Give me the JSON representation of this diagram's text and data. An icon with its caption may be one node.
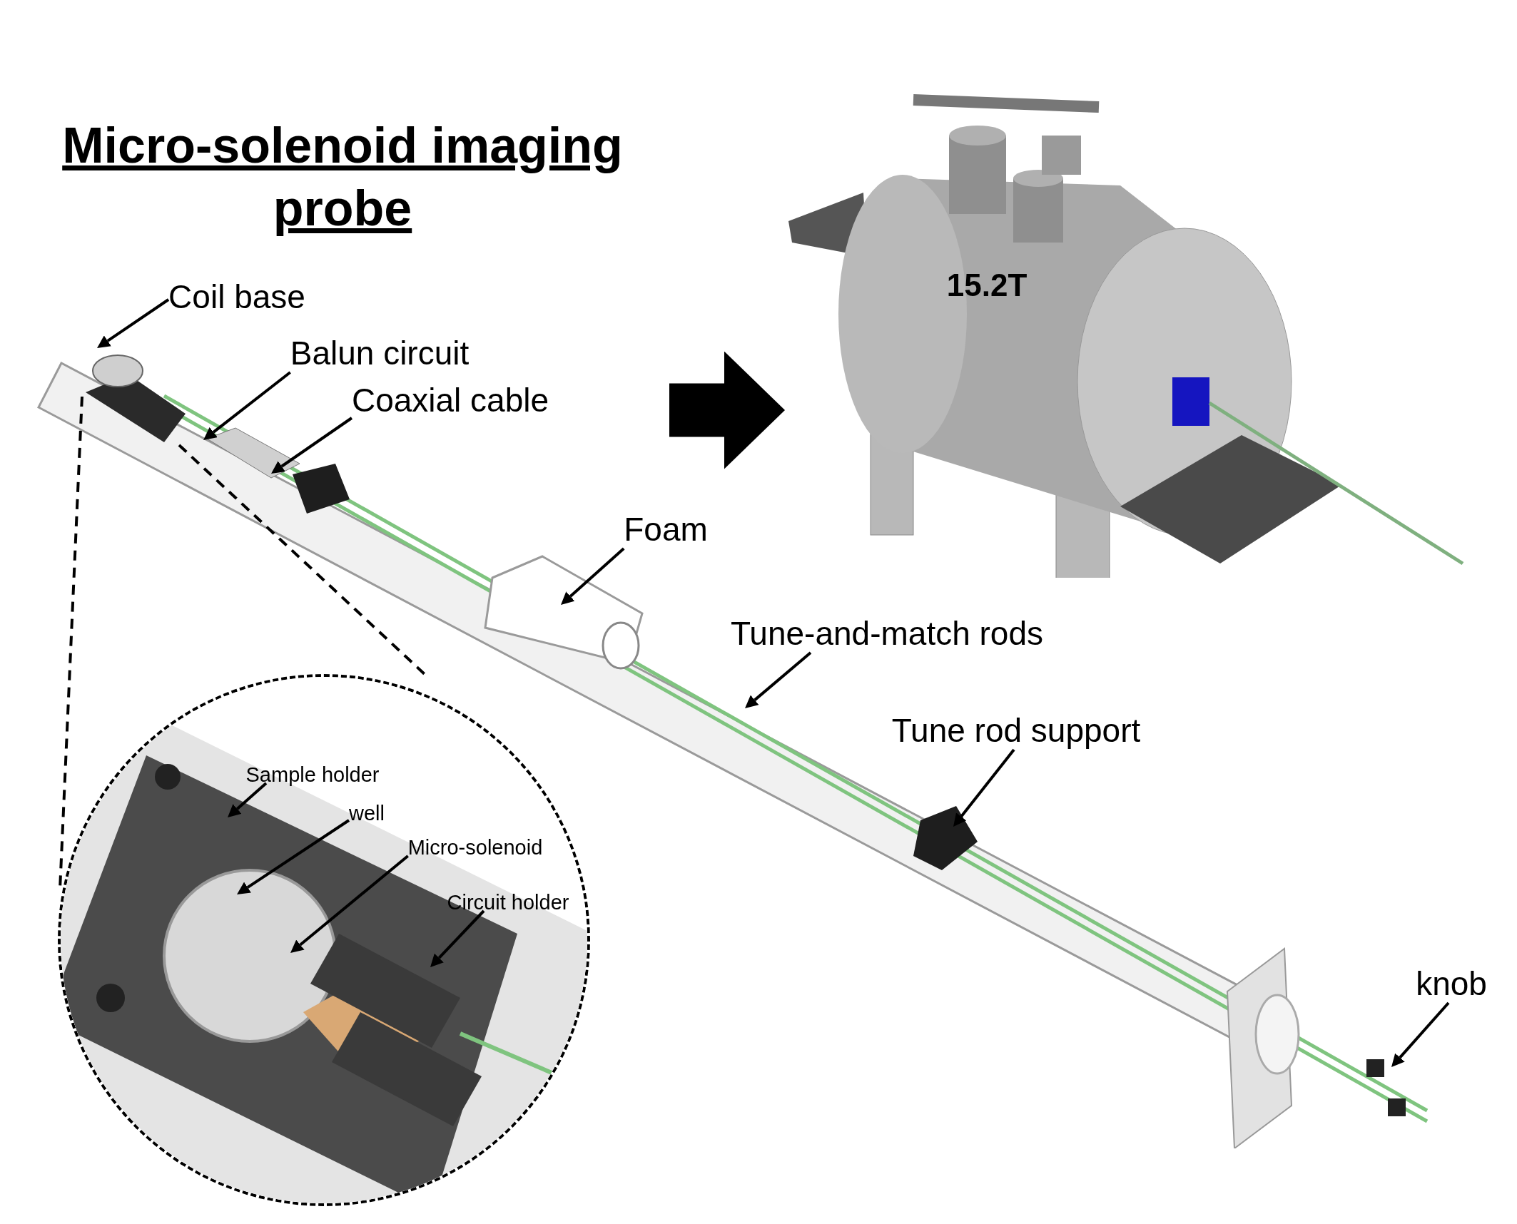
{
  "diagram": {
    "title": "Micro-solenoid imaging probe",
    "nodes": [
      {
        "text": [],
        "shape": "picture"
      },
      {
        "text": [
          "15.2T"
        ]
      },
      {
        "text": [],
        "shape": "circle"
      },
      {
        "text": [
          "Coil base"
        ]
      },
      {
        "text": [
          "Balun circuit"
        ]
      },
      {
        "text": [
          "Coaxial cable"
        ]
      },
      {
        "text": [
          "Foam"
        ]
      },
      {
        "text": [
          "Tune-and-match rods"
        ]
      },
      {
        "text": [
          "Tune rod support"
        ]
      },
      {
        "text": [
          "knob"
        ]
      },
      {
        "text": [
          "Sample holder"
        ],
        "in": 2
      },
      {
        "text": [
          "well"
        ],
        "in": 2
      },
      {
        "text": [
          "Micro-solenoid"
        ],
        "in": 2
      },
      {
        "text": [
          "Circuit holder"
        ],
        "in": 2
      }
    ],
    "edges": [
      {
        "from": 0,
        "to": 1,
        "arrow": "to",
        "style": "thick"
      },
      {
        "from": 3,
        "to": 0,
        "arrow": "to"
      },
      {
        "from": 4,
        "to": 0,
        "arrow": "to"
      },
      {
        "from": 5,
        "to": 0,
        "arrow": "to"
      },
      {
        "from": 6,
        "to": 0,
        "arrow": "to"
      },
      {
        "from": 7,
        "to": 0,
        "arrow": "to"
      },
      {
        "from": 8,
        "to": 0,
        "arrow": "to"
      },
      {
        "from": 9,
        "to": 0,
        "arrow": "to"
      },
      {
        "from": 10,
        "to": 2,
        "arrow": "to"
      },
      {
        "from": 11,
        "to": 2,
        "arrow": "to"
      },
      {
        "from": 12,
        "to": 2,
        "arrow": "to"
      },
      {
        "from": 13,
        "to": 2,
        "arrow": "to"
      },
      {
        "from": 0,
        "to": 2,
        "arrow": "none",
        "style": "dashed"
      },
      {
        "from": 0,
        "to": 2,
        "arrow": "none",
        "style": "dashed"
      }
    ]
  }
}
